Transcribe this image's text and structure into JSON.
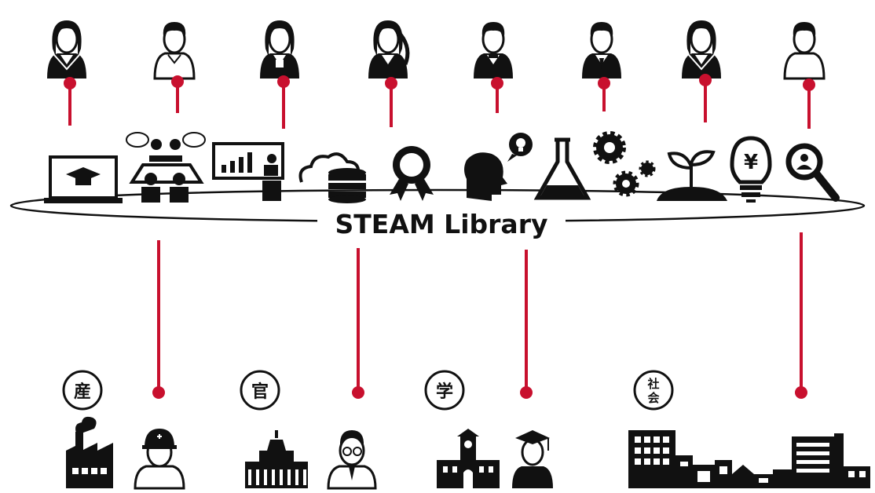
{
  "title": "STEAM Library",
  "colors": {
    "connector": "#c8102e",
    "ink": "#111111",
    "background": "#ffffff"
  },
  "students": [
    {
      "icon": "female-student-sailor-icon"
    },
    {
      "icon": "male-student-shirt-icon"
    },
    {
      "icon": "female-student-blazer-icon"
    },
    {
      "icon": "female-student-ponytail-icon"
    },
    {
      "icon": "male-student-gakuran-icon"
    },
    {
      "icon": "male-student-blazer-icon"
    },
    {
      "icon": "female-student-sailor-2-icon"
    },
    {
      "icon": "male-student-shirt-2-icon"
    }
  ],
  "library_icons": [
    "laptop-graduation-icon",
    "meeting-discussion-icon",
    "presentation-chart-icon",
    "cloud-database-icon",
    "award-badge-icon",
    "idea-thinking-head-icon",
    "flask-icon",
    "gears-icon",
    "sprout-icon",
    "yen-lightbulb-icon",
    "search-person-icon"
  ],
  "sectors": [
    {
      "label": "産",
      "icon": "factory-icon",
      "person": "worker-helmet-icon"
    },
    {
      "label": "官",
      "icon": "government-building-icon",
      "person": "official-glasses-icon"
    },
    {
      "label": "学",
      "icon": "university-building-icon",
      "person": "graduate-icon"
    },
    {
      "label": "社会",
      "label_line1": "社",
      "label_line2": "会",
      "icon": "city-buildings-icon"
    }
  ]
}
